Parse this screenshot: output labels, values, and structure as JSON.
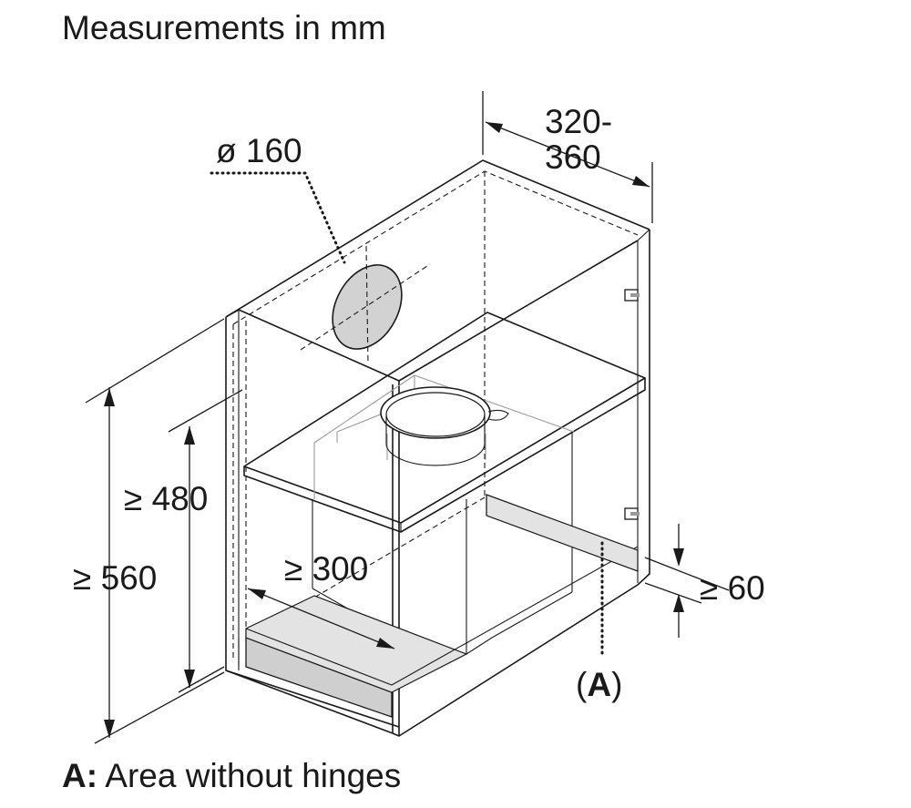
{
  "title": "Measurements in mm",
  "labels": {
    "duct_diameter": "ø 160",
    "depth_top": "320-",
    "depth_bottom": "360",
    "height_min_total": "≥ 560",
    "height_min_shelf": "≥ 480",
    "width_min": "≥ 300",
    "plinth_min": "≥ 60",
    "area_marker_open": "(",
    "area_marker_letter": "A",
    "area_marker_close": ")"
  },
  "legend": {
    "key": "A:",
    "text": " Area without hinges"
  }
}
